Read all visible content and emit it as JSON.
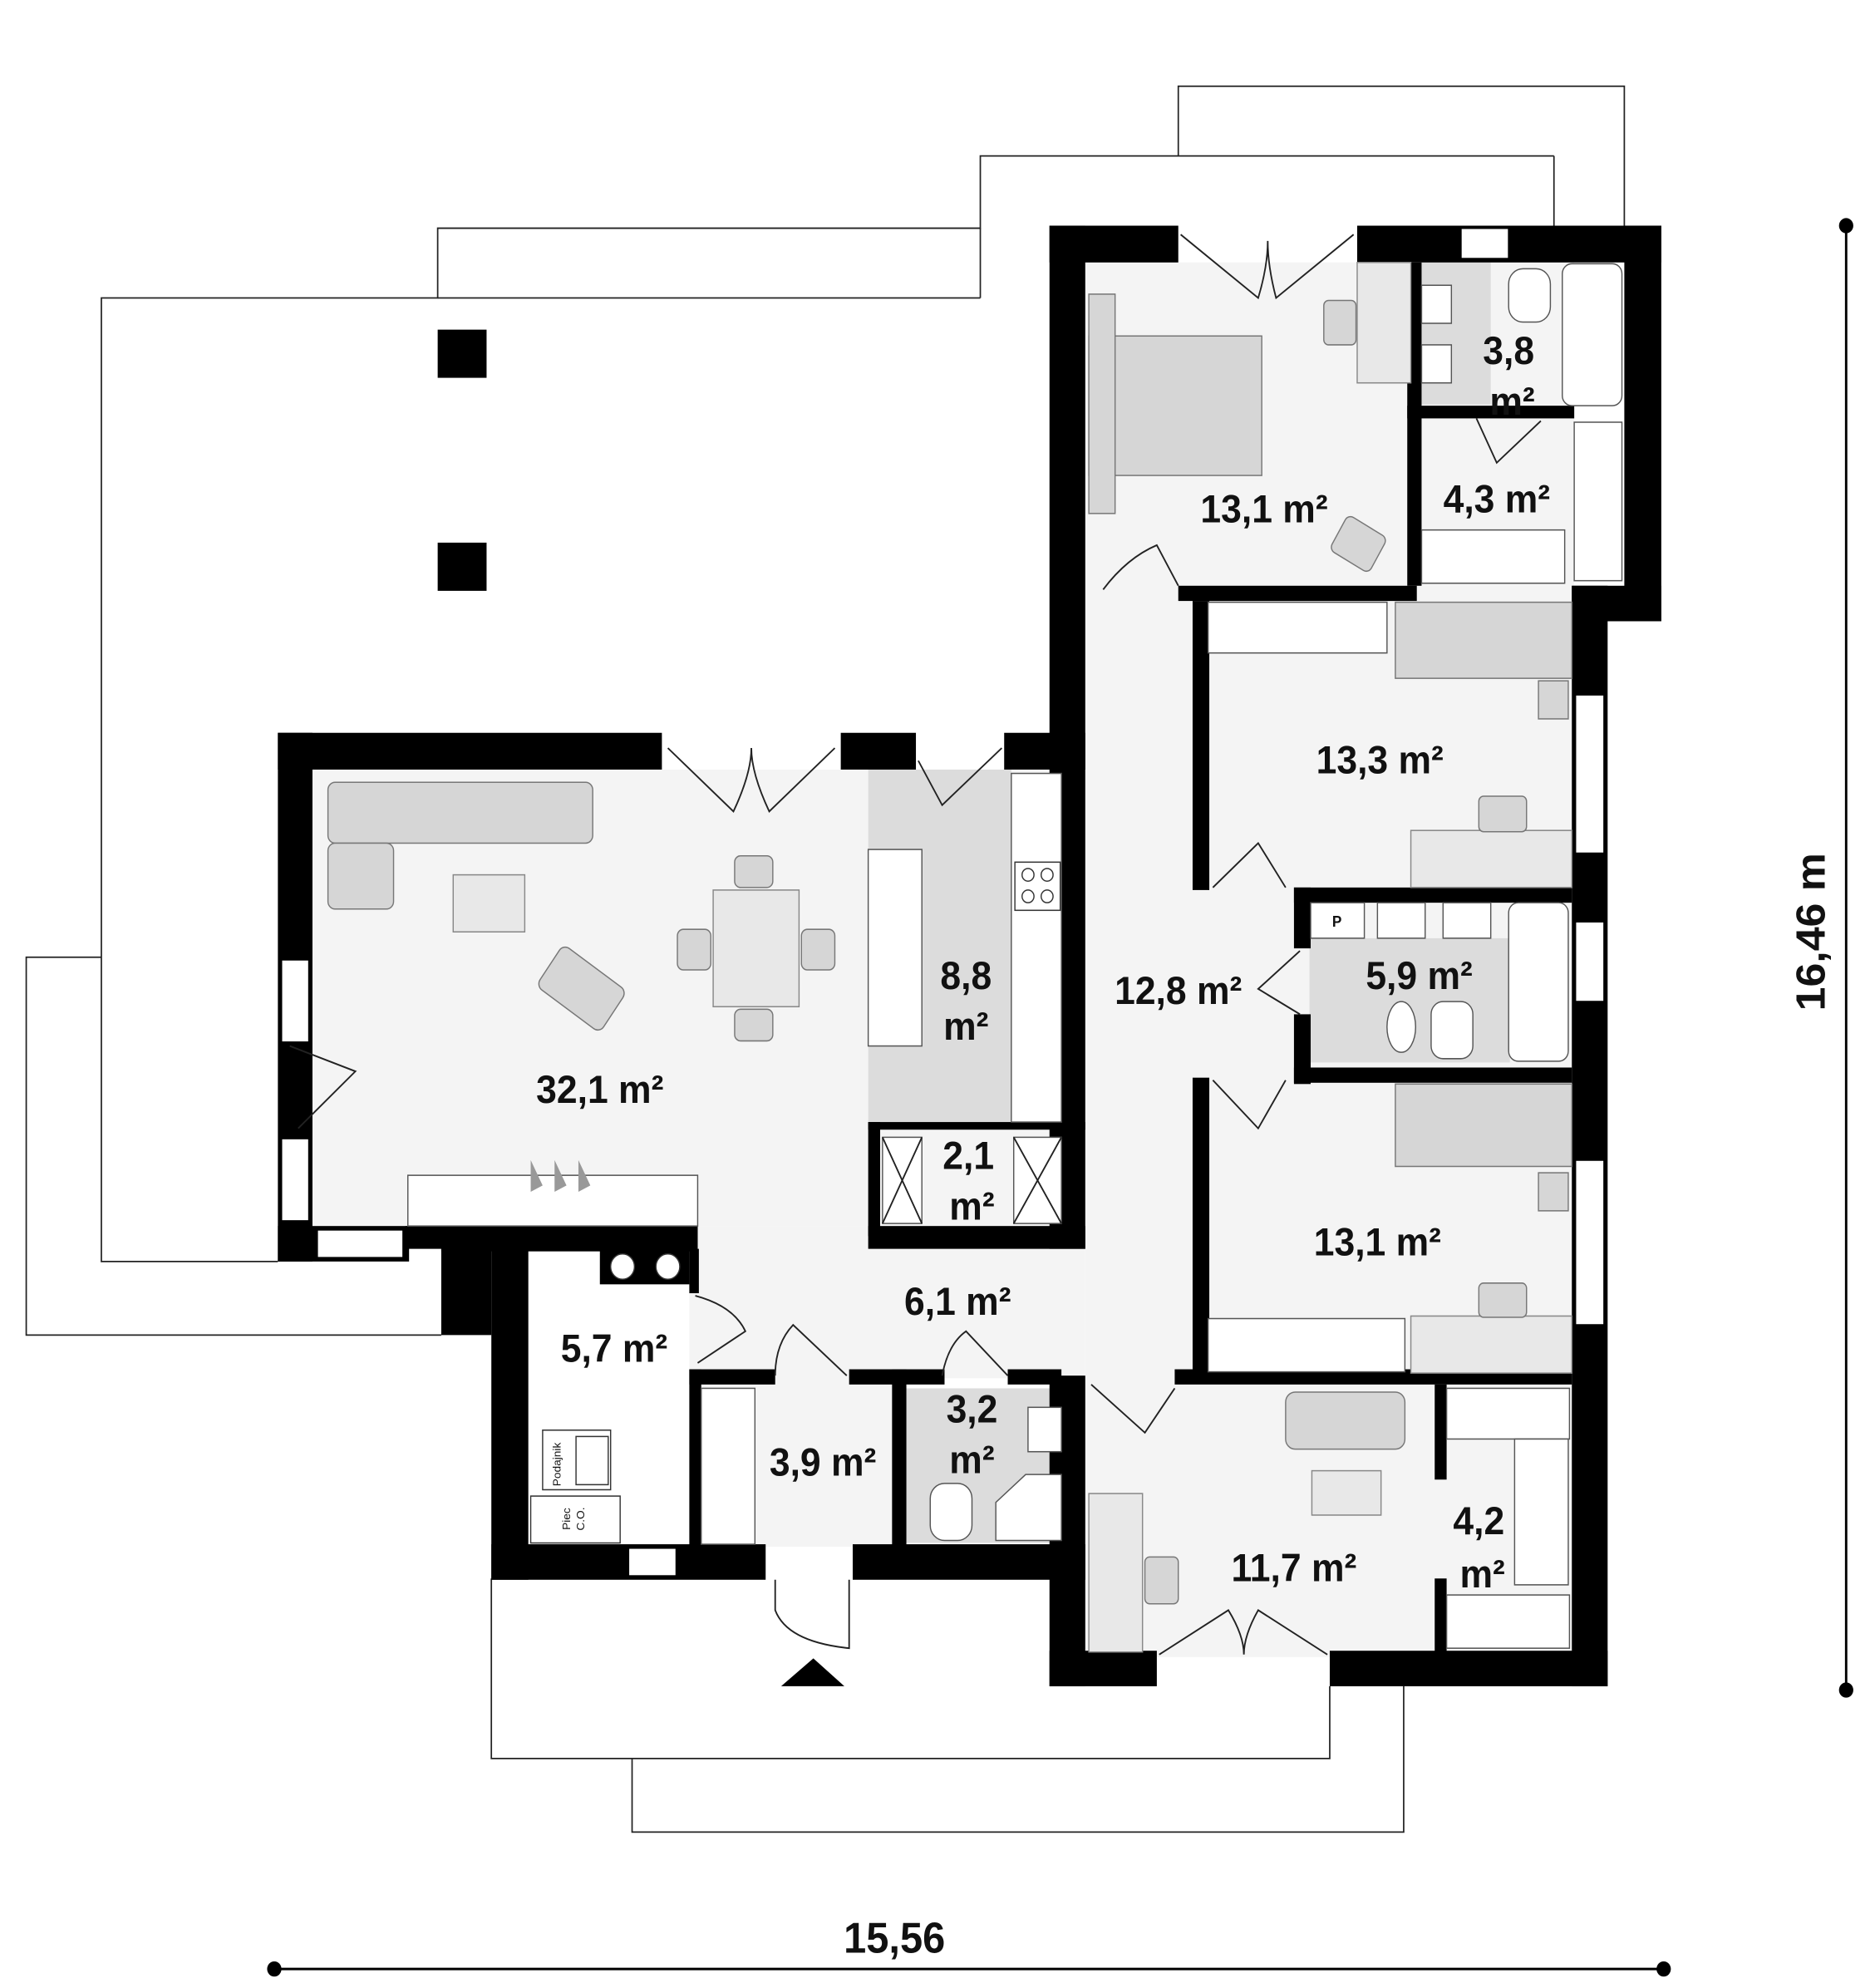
{
  "rooms": {
    "living": "32,1 m²",
    "kitchen_a": "8,8",
    "kitchen_b": "m²",
    "pantry_a": "2,1",
    "pantry_b": "m²",
    "hall": "12,8 m²",
    "bathroom": "5,9 m²",
    "master_bedroom": "13,1 m²",
    "ensuite_a": "3,8",
    "ensuite_b": "m²",
    "master_closet": "4,3 m²",
    "bedroom_2": "13,3 m²",
    "bedroom_3": "13,1 m²",
    "entry_hall": "6,1 m²",
    "boiler_room": "5,7 m²",
    "vestibule": "3,9 m²",
    "wc_a": "3,2",
    "wc_b": "m²",
    "bedroom_4": "11,7 m²",
    "closet_a": "4,2",
    "closet_b": "m²"
  },
  "fixtures": {
    "feeder": "Podajnik",
    "boiler_a": "Piec",
    "boiler_b": "C.O.",
    "p_label": "P"
  },
  "dimensions": {
    "width": "15,56",
    "height": "16,46 m"
  }
}
